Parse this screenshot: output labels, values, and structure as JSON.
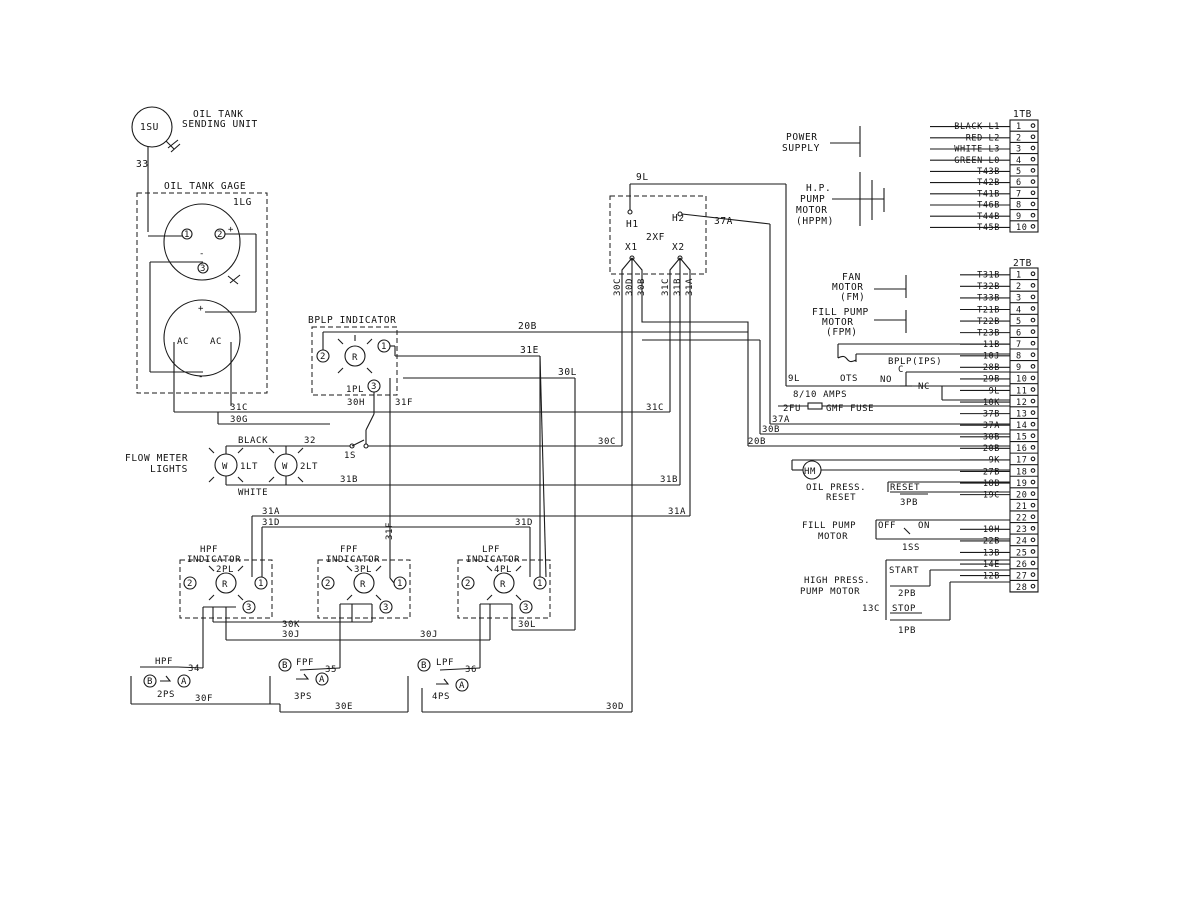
{
  "sending_unit": {
    "id": "1SU",
    "title": "OIL TANK",
    "subtitle": "SENDING UNIT",
    "wire": "33"
  },
  "gage": {
    "title": "OIL TANK GAGE",
    "id": "1LG",
    "t1": "1",
    "t2": "2",
    "t3": "3",
    "plus": "+",
    "minus": "-",
    "ac_left": "AC",
    "ac_right": "AC"
  },
  "bplp": {
    "title": "BPLP INDICATOR",
    "id": "1PL",
    "lamp": "R",
    "t1": "1",
    "t2": "2",
    "t3": "3"
  },
  "transformer": {
    "id": "2XF",
    "h1": "H1",
    "h2": "H2",
    "x1": "X1",
    "x2": "X2"
  },
  "flow_meter": {
    "label1": "FLOW METER",
    "label2": "LIGHTS",
    "lamp1": "W",
    "lamp1_id": "1LT",
    "lamp2": "W",
    "lamp2_id": "2LT",
    "wire_black": "BLACK",
    "wire_white": "WHITE",
    "switch": "1S"
  },
  "indicators": [
    {
      "title": "HPF",
      "title2": "INDICATOR",
      "id": "2PL",
      "lamp": "R",
      "t1": "1",
      "t2": "2",
      "t3": "3"
    },
    {
      "title": "FPF",
      "title2": "INDICATOR",
      "id": "3PL",
      "lamp": "R",
      "t1": "1",
      "t2": "2",
      "t3": "3"
    },
    {
      "title": "LPF",
      "title2": "INDICATOR",
      "id": "4PL",
      "lamp": "R",
      "t1": "1",
      "t2": "2",
      "t3": "3"
    }
  ],
  "pressure_switches": [
    {
      "name": "HPF",
      "id": "2PS",
      "wire": "34",
      "b": "B",
      "a": "A"
    },
    {
      "name": "FPF",
      "id": "3PS",
      "wire": "35",
      "b": "B",
      "a": "A"
    },
    {
      "name": "LPF",
      "id": "4PS",
      "wire": "36",
      "b": "B",
      "a": "A"
    }
  ],
  "wires": {
    "w9L": "9L",
    "w37A": "37A",
    "w30C": "30C",
    "w30D": "30D",
    "w30B": "30B",
    "w31C": "31C",
    "w31B": "31B",
    "w31A": "31A",
    "w20B": "20B",
    "w31E": "31E",
    "w30L": "30L",
    "w30H": "30H",
    "w31F": "31F",
    "w30G": "30G",
    "w32": "32",
    "w31D": "31D",
    "w30K": "30K",
    "w30J": "30J",
    "w30F": "30F",
    "w30E": "30E"
  },
  "tb1": {
    "title": "1TB",
    "rows": [
      {
        "n": "1",
        "wire": "BLACK  L1"
      },
      {
        "n": "2",
        "wire": "RED    L2"
      },
      {
        "n": "3",
        "wire": "WHITE  L3"
      },
      {
        "n": "4",
        "wire": "GREEN  L0"
      },
      {
        "n": "5",
        "wire": "T43B"
      },
      {
        "n": "6",
        "wire": "T42B"
      },
      {
        "n": "7",
        "wire": "T41B"
      },
      {
        "n": "8",
        "wire": "T46B"
      },
      {
        "n": "9",
        "wire": "T44B"
      },
      {
        "n": "10",
        "wire": "T45B"
      }
    ]
  },
  "tb2": {
    "title": "2TB",
    "rows": [
      {
        "n": "1",
        "wire": "T31B"
      },
      {
        "n": "2",
        "wire": "T32B"
      },
      {
        "n": "3",
        "wire": "T33B"
      },
      {
        "n": "4",
        "wire": "T21B"
      },
      {
        "n": "5",
        "wire": "T22B"
      },
      {
        "n": "6",
        "wire": "T23B"
      },
      {
        "n": "7",
        "wire": "11B"
      },
      {
        "n": "8",
        "wire": "10J"
      },
      {
        "n": "9",
        "wire": "28B"
      },
      {
        "n": "10",
        "wire": "29B"
      },
      {
        "n": "11",
        "wire": "9L"
      },
      {
        "n": "12",
        "wire": "10K"
      },
      {
        "n": "13",
        "wire": "37B"
      },
      {
        "n": "14",
        "wire": "37A"
      },
      {
        "n": "15",
        "wire": "30B"
      },
      {
        "n": "16",
        "wire": "20B"
      },
      {
        "n": "17",
        "wire": "9K"
      },
      {
        "n": "18",
        "wire": "27B"
      },
      {
        "n": "19",
        "wire": "18B"
      },
      {
        "n": "20",
        "wire": "19C"
      },
      {
        "n": "21",
        "wire": ""
      },
      {
        "n": "22",
        "wire": ""
      },
      {
        "n": "23",
        "wire": "10H"
      },
      {
        "n": "24",
        "wire": "22B"
      },
      {
        "n": "25",
        "wire": "13B"
      },
      {
        "n": "26",
        "wire": "14E"
      },
      {
        "n": "27",
        "wire": "12B"
      },
      {
        "n": "28",
        "wire": ""
      }
    ]
  },
  "right_labels": {
    "power_supply": [
      "POWER",
      "SUPPLY"
    ],
    "hp_pump": [
      "H.P.",
      "PUMP",
      "MOTOR",
      "(HPPM)"
    ],
    "fan_motor": [
      "FAN",
      "MOTOR",
      "(FM)"
    ],
    "fill_pump_motor": [
      "FILL PUMP",
      "MOTOR",
      "(FPM)"
    ],
    "ots": "OTS",
    "bplp_ips": "BPLP(IPS)",
    "no": "NO",
    "nc": "NC",
    "c": "C",
    "fuse_amps": "8/10 AMPS",
    "fuse_id": "2FU",
    "fuse_type": "GMF FUSE",
    "hm": "HM",
    "oil_press": [
      "OIL PRESS.",
      "RESET"
    ],
    "reset_btn": "RESET",
    "reset_id": "3PB",
    "fill_pump": [
      "FILL PUMP",
      "MOTOR"
    ],
    "off": "OFF",
    "on": "ON",
    "sw_1ss": "1SS",
    "high_press": [
      "HIGH PRESS.",
      "PUMP MOTOR"
    ],
    "start": "START",
    "start_id": "2PB",
    "stop": "STOP",
    "stop_id": "1PB",
    "w13C": "13C"
  }
}
